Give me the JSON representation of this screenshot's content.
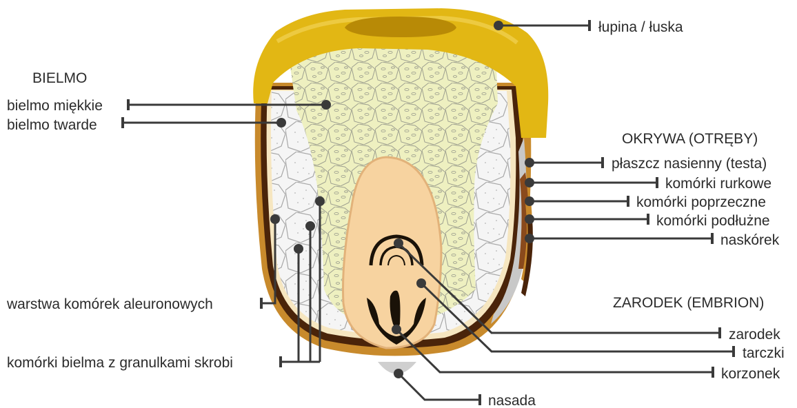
{
  "headers": {
    "endosperm": "BIELMO",
    "bran": "OKRYWA (OTRĘBY)",
    "embryo": "ZARODEK (EMBRION)"
  },
  "labels": {
    "pericarp": "łupina / łuska",
    "soft_endosperm": "bielmo miękkie",
    "hard_endosperm": "bielmo twarde",
    "seed_coat": "płaszcz nasienny (testa)",
    "tube_cells": "komórki rurkowe",
    "cross_cells": "komórki poprzeczne",
    "longitudinal_cells": "komórki podłużne",
    "epidermis": "naskórek",
    "aleurone_layer": "warstwa komórek aleuronowych",
    "starch_cells": "komórki bielma z granulkami skrobi",
    "germ": "zarodek",
    "scutellum": "tarczki",
    "radicle": "korzonek",
    "tip_cap": "nasada"
  },
  "colors": {
    "pericarp": "#e2b714",
    "pericarp_dark": "#b88a06",
    "soft_endosperm": "#eef0c0",
    "hard_endosperm": "#f4f4f4",
    "embryo": "#f7d3a0",
    "embryo_dark": "#1a1208",
    "bran_brown": "#8a4a1c",
    "seed_coat": "#c8c8c8",
    "leader": "#3a3a3a",
    "text": "#2b2b2b"
  }
}
